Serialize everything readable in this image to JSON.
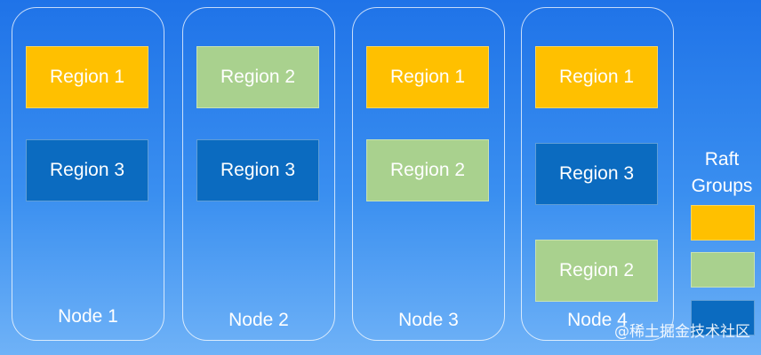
{
  "nodes": [
    {
      "label": "Node 1",
      "regions": [
        {
          "label": "Region 1",
          "group": "region-1"
        },
        {
          "label": "Region 3",
          "group": "region-3"
        }
      ]
    },
    {
      "label": "Node 2",
      "regions": [
        {
          "label": "Region 2",
          "group": "region-2"
        },
        {
          "label": "Region 3",
          "group": "region-3"
        }
      ]
    },
    {
      "label": "Node 3",
      "regions": [
        {
          "label": "Region 1",
          "group": "region-1"
        },
        {
          "label": "Region 2",
          "group": "region-2"
        }
      ]
    },
    {
      "label": "Node 4",
      "regions": [
        {
          "label": "Region 1",
          "group": "region-1"
        },
        {
          "label": "Region 3",
          "group": "region-3"
        },
        {
          "label": "Region 2",
          "group": "region-2"
        }
      ]
    }
  ],
  "legend": {
    "title_line1": "Raft",
    "title_line2": "Groups",
    "swatches": [
      {
        "group": "region-1",
        "color": "#ffc000"
      },
      {
        "group": "region-2",
        "color": "#a9d18e"
      },
      {
        "group": "region-3",
        "color": "#0b6bc0"
      }
    ]
  },
  "colors": {
    "background_top": "#1f73e8",
    "background_bottom": "#6fb2f7",
    "region_1": "#ffc000",
    "region_2": "#a9d18e",
    "region_3": "#0b6bc0"
  },
  "watermark": "@稀土掘金技术社区"
}
